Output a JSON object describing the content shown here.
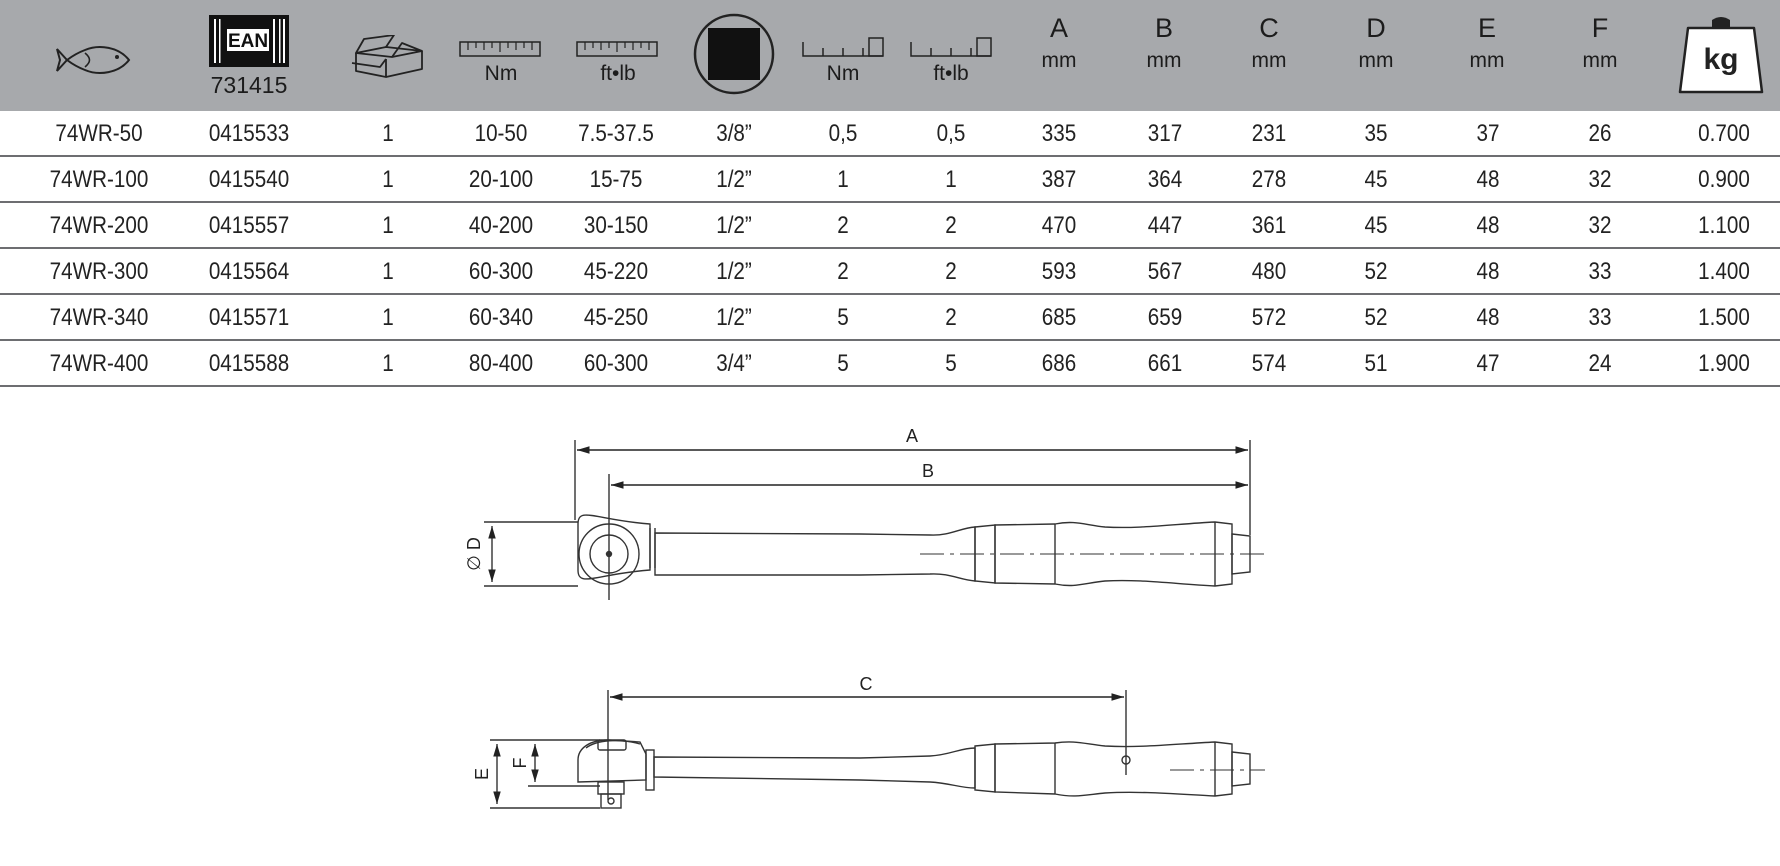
{
  "header": {
    "ean_code": "731415",
    "ean_logo_text": "EAN",
    "nm_label": "Nm",
    "ftlb_label": "ft•lb",
    "acc_nm_label": "Nm",
    "acc_ftlb_label": "ft•lb",
    "weight_label": "kg",
    "dims": [
      {
        "letter": "A",
        "unit": "mm"
      },
      {
        "letter": "B",
        "unit": "mm"
      },
      {
        "letter": "C",
        "unit": "mm"
      },
      {
        "letter": "D",
        "unit": "mm"
      },
      {
        "letter": "E",
        "unit": "mm"
      },
      {
        "letter": "F",
        "unit": "mm"
      }
    ],
    "icons": [
      "fish-icon",
      "ean-barcode-icon",
      "package-box-icon",
      "ruler-nm-icon",
      "ruler-ftlb-icon",
      "square-drive-icon",
      "accuracy-nm-icon",
      "accuracy-ftlb-icon",
      "weight-icon"
    ]
  },
  "rows": [
    [
      "74WR-50",
      "0415533",
      "1",
      "10-50",
      "7.5-37.5",
      "3/8”",
      "0,5",
      "0,5",
      "335",
      "317",
      "231",
      "35",
      "37",
      "26",
      "0.700"
    ],
    [
      "74WR-100",
      "0415540",
      "1",
      "20-100",
      "15-75",
      "1/2”",
      "1",
      "1",
      "387",
      "364",
      "278",
      "45",
      "48",
      "32",
      "0.900"
    ],
    [
      "74WR-200",
      "0415557",
      "1",
      "40-200",
      "30-150",
      "1/2”",
      "2",
      "2",
      "470",
      "447",
      "361",
      "45",
      "48",
      "32",
      "1.100"
    ],
    [
      "74WR-300",
      "0415564",
      "1",
      "60-300",
      "45-220",
      "1/2”",
      "2",
      "2",
      "593",
      "567",
      "480",
      "52",
      "48",
      "33",
      "1.400"
    ],
    [
      "74WR-340",
      "0415571",
      "1",
      "60-340",
      "45-250",
      "1/2”",
      "5",
      "2",
      "685",
      "659",
      "572",
      "52",
      "48",
      "33",
      "1.500"
    ],
    [
      "74WR-400",
      "0415588",
      "1",
      "80-400",
      "60-300",
      "3/4”",
      "5",
      "5",
      "686",
      "661",
      "574",
      "51",
      "47",
      "24",
      "1.900"
    ]
  ],
  "drawing": {
    "label_a": "A",
    "label_b": "B",
    "label_c": "C",
    "label_d": "∅ D",
    "label_e": "E",
    "label_f": "F"
  },
  "colors": {
    "header_bg": "#a7a9ac",
    "rule": "#6d6e71",
    "line": "#333333"
  }
}
